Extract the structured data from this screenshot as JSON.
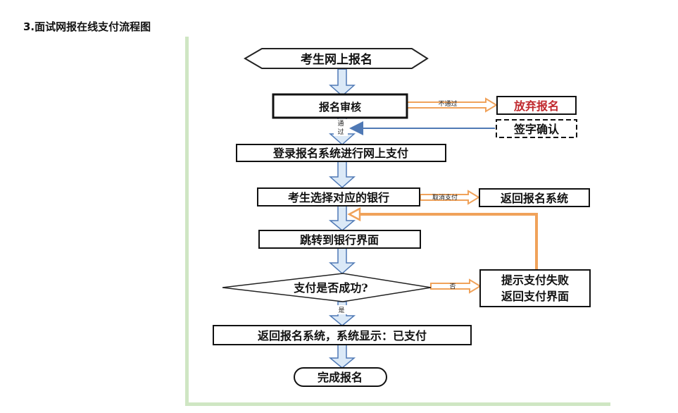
{
  "heading": "3.面试网报在线支付流程图",
  "nodes": {
    "start": "考生网上报名",
    "review": "报名审核",
    "abandon": "放弃报名",
    "sign": "签字确认",
    "login": "登录报名系统进行网上支付",
    "choose_bank": "考生选择对应的银行",
    "back_system": "返回报名系统",
    "jump_bank": "跳转到银行界面",
    "pay_success": "支付是否成功?",
    "fail_line1": "提示支付失败",
    "fail_line2": "返回支付界面",
    "result": "返回报名系统，系统显示：已支付",
    "done": "完成报名"
  },
  "edges": {
    "not_pass": "不通过",
    "pass_1": "通",
    "pass_2": "过",
    "cancel_pay": "取消支付",
    "no": "否",
    "yes": "是"
  },
  "colors": {
    "blue_arrow_fill": "#dbe9f7",
    "blue_arrow_stroke": "#4f79b5",
    "orange": "#f0a25a",
    "abandon_text": "#c0282d",
    "frame_green": "#cfe6c3"
  }
}
